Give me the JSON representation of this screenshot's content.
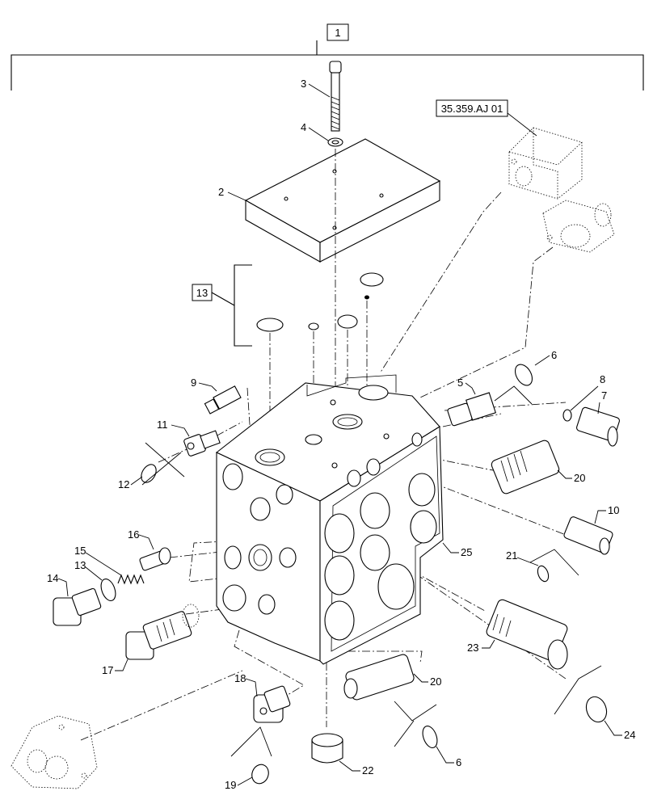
{
  "diagram": {
    "assembly_ref": "1",
    "cross_reference": "35.359.AJ 01",
    "kit_ref": "13",
    "callouts": [
      "3",
      "4",
      "2",
      "9",
      "11",
      "12",
      "5",
      "6",
      "8",
      "7",
      "20",
      "10",
      "16",
      "15",
      "13",
      "14",
      "21",
      "25",
      "23",
      "17",
      "18",
      "20",
      "22",
      "6",
      "24",
      "19"
    ]
  }
}
